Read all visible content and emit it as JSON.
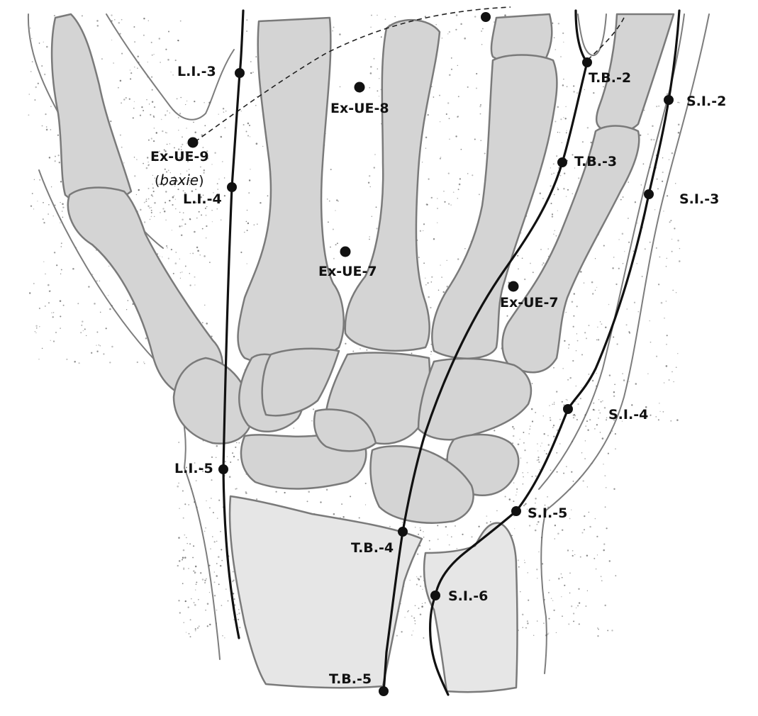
{
  "colors": {
    "bone_fill": "#d4d4d4",
    "distal_bone_fill": "#e6e6e6",
    "bone_outline": "#7a7a7a",
    "skin_outline": "#7d7d7d",
    "meridian": "#111111",
    "point": "#111111"
  },
  "points": {
    "li3": "L.I.-3",
    "li4": "L.I.-4",
    "li5": "L.I.-5",
    "ex_ue_9": "Ex-UE-9",
    "baxie_open": "(",
    "baxie": "baxie",
    "baxie_close": ")",
    "ex_ue_8": "Ex-UE-8",
    "ex_ue_7_left": "Ex-UE-7",
    "ex_ue_7_right": "Ex-UE-7",
    "tb2": "T.B.-2",
    "tb3": "T.B.-3",
    "tb4": "T.B.-4",
    "tb5": "T.B.-5",
    "si2": "S.I.-2",
    "si3": "S.I.-3",
    "si4": "S.I.-4",
    "si5": "S.I.-5",
    "si6": "S.I.-6"
  }
}
